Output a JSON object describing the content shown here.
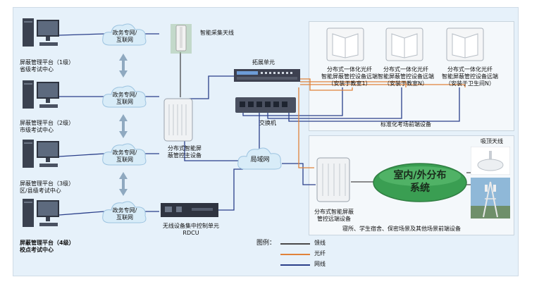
{
  "platforms": [
    {
      "line1": "屏蔽管理平台（1级）",
      "line2": "省级考试中心"
    },
    {
      "line1": "屏蔽管理平台（2级）",
      "line2": "市级考试中心"
    },
    {
      "line1": "屏蔽管理平台（3级）",
      "line2": "区/县级考试中心"
    },
    {
      "line1": "屏蔽管理平台（4级）",
      "line2": "校点考试中心"
    }
  ],
  "cloud_label_line1": "政务专网/",
  "cloud_label_line2": "互联网",
  "antenna_label": "智能采集天线",
  "expansion_label": "拓展单元",
  "main_device_line1": "分布式智能屏",
  "main_device_line2": "蔽管控主设备",
  "switch_label": "交换机",
  "lan_label": "局域网",
  "rdcu_line1": "无线设备集中控制单元",
  "rdcu_line2": "RDCU",
  "remote_units": [
    {
      "l1": "分布式一体化光纤",
      "l2": "智能屏蔽管控设备远端",
      "l3": "（安装于教室1）"
    },
    {
      "l1": "分布式一体化光纤",
      "l2": "智能屏蔽管控设备远端",
      "l3": "（安装于教室N）"
    },
    {
      "l1": "分布式一体化光纤",
      "l2": "智能屏蔽管控设备远端",
      "l3": "（安装于卫生间N）"
    }
  ],
  "standard_front_label": "标准化考场前端设备",
  "ceiling_antenna_label": "吸顶天线",
  "distribution_line1": "室内/外分布",
  "distribution_line2": "系统",
  "remote_ctrl_line1": "分布式智能屏蔽",
  "remote_ctrl_line2": "管控远端设备",
  "dorm_label": "寝所、学生宿舍、保密场景及其他场景前端设备",
  "legend": {
    "title": "图例：",
    "items": [
      {
        "label": "馈线",
        "color": "#4a4a4a"
      },
      {
        "label": "光纤",
        "color": "#e0823a"
      },
      {
        "label": "网线",
        "color": "#2a3f8a"
      }
    ]
  },
  "colors": {
    "feeder": "#4a4a4a",
    "fiber": "#e0823a",
    "network": "#2a3f8a",
    "cloud": "#d8ecf8",
    "distribution": "#3a9e52"
  }
}
